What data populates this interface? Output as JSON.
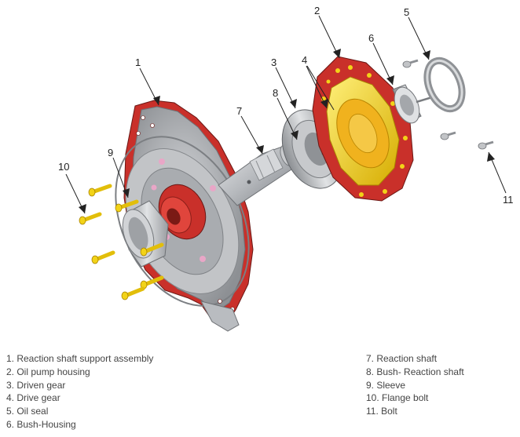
{
  "callouts": [
    "1",
    "2",
    "3",
    "4",
    "5",
    "6",
    "7",
    "8",
    "9",
    "10",
    "11"
  ],
  "legend_left": [
    "1. Reaction shaft support assembly",
    "2. Oil pump housing",
    "3. Driven gear",
    "4. Drive gear",
    "5. Oil seal",
    "6. Bush-Housing"
  ],
  "legend_right": [
    "7. Reaction shaft",
    "8. Bush- Reaction shaft",
    "9. Sleeve",
    "10. Flange bolt",
    "11. Bolt"
  ],
  "colors": {
    "red": "#c9302a",
    "yellow": "#f2d318",
    "orange": "#f0b21e",
    "steel": "#b9bcc0",
    "pink": "#e9a6c7"
  }
}
